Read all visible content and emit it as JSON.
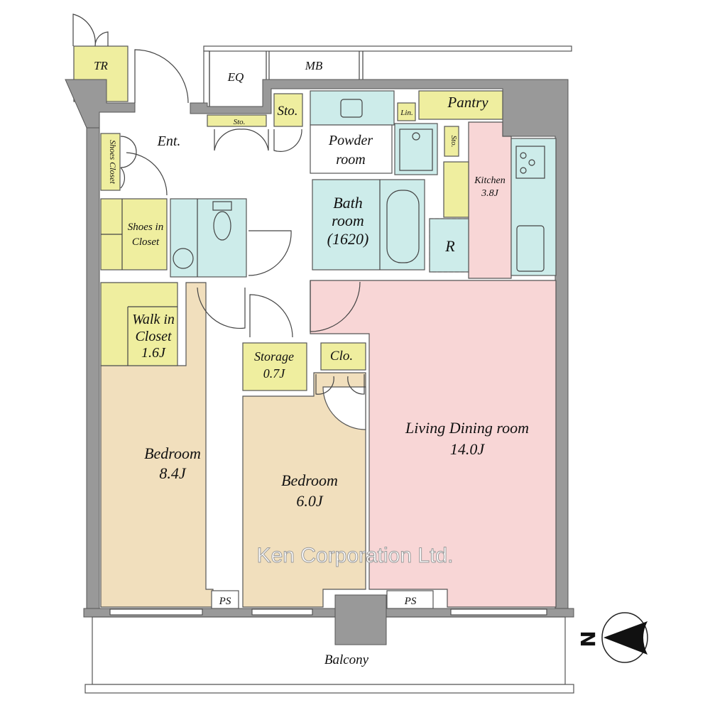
{
  "plan": {
    "rooms": {
      "tr": "TR",
      "eq": "EQ",
      "mb": "MB",
      "entrance": "Ent.",
      "sto_small": "Sto.",
      "sto_hall": "Sto.",
      "sto_kitchen": "Sto.",
      "shoes_closet": "Shoes Closet",
      "shoes_in_closet_1": "Shoes in",
      "shoes_in_closet_2": "Closet",
      "powder_1": "Powder",
      "powder_2": "room",
      "lin": "Lin.",
      "pantry": "Pantry",
      "kitchen_1": "Kitchen",
      "kitchen_2": "3.8J",
      "bath_1": "Bath",
      "bath_2": "room",
      "bath_3": "(1620)",
      "refrigerator": "R",
      "wic_1": "Walk in",
      "wic_2": "Closet",
      "wic_3": "1.6J",
      "storage_1": "Storage",
      "storage_2": "0.7J",
      "clo": "Clo.",
      "bedroom1_1": "Bedroom",
      "bedroom1_2": "8.4J",
      "bedroom2_1": "Bedroom",
      "bedroom2_2": "6.0J",
      "ldr_1": "Living Dining room",
      "ldr_2": "14.0J",
      "ps1": "PS",
      "ps2": "PS",
      "balcony": "Balcony"
    },
    "watermark": "Ken Corporation Ltd.",
    "compass": "N"
  }
}
